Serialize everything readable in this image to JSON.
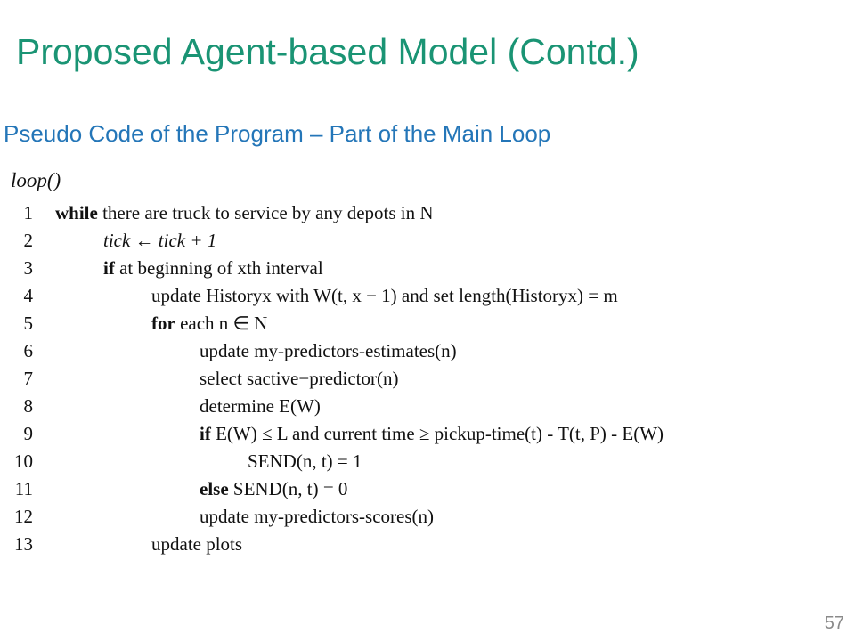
{
  "slide": {
    "title": "Proposed Agent-based Model (Contd.)",
    "subtitle": "Pseudo Code of the Program – Part  of the Main Loop",
    "page_number": "57"
  },
  "code": {
    "function_name": "loop()",
    "lines": [
      {
        "number": "1",
        "keyword": "while",
        "text": "there are truck to service by any depots in N",
        "indent": 0
      },
      {
        "number": "2",
        "keyword": "",
        "text": "tick ← tick + 1",
        "indent": 1
      },
      {
        "number": "3",
        "keyword": "if",
        "text": "at beginning of xth interval",
        "indent": 1
      },
      {
        "number": "4",
        "keyword": "",
        "text": "update Historyx with W(t, x − 1) and set length(Historyx) = m",
        "indent": 2
      },
      {
        "number": "5",
        "keyword": "for",
        "text": "each n ∈ N",
        "indent": 2
      },
      {
        "number": "6",
        "keyword": "",
        "text": "update my-predictors-estimates(n)",
        "indent": 3
      },
      {
        "number": "7",
        "keyword": "",
        "text": "select sactive−predictor(n)",
        "indent": 3
      },
      {
        "number": "8",
        "keyword": "",
        "text": "determine E(W)",
        "indent": 3
      },
      {
        "number": "9",
        "keyword": "if",
        "text": "E(W) ≤ L and current time ≥ pickup-time(t) - T(t, P) - E(W)",
        "indent": 3
      },
      {
        "number": "10",
        "keyword": "",
        "text": "SEND(n, t) = 1",
        "indent": 4
      },
      {
        "number": "11",
        "keyword": "else",
        "text": "SEND(n, t) = 0",
        "indent": 3
      },
      {
        "number": "12",
        "keyword": "",
        "text": "update my-predictors-scores(n)",
        "indent": 3
      },
      {
        "number": "13",
        "keyword": "",
        "text": "update plots",
        "indent": 2
      }
    ]
  }
}
